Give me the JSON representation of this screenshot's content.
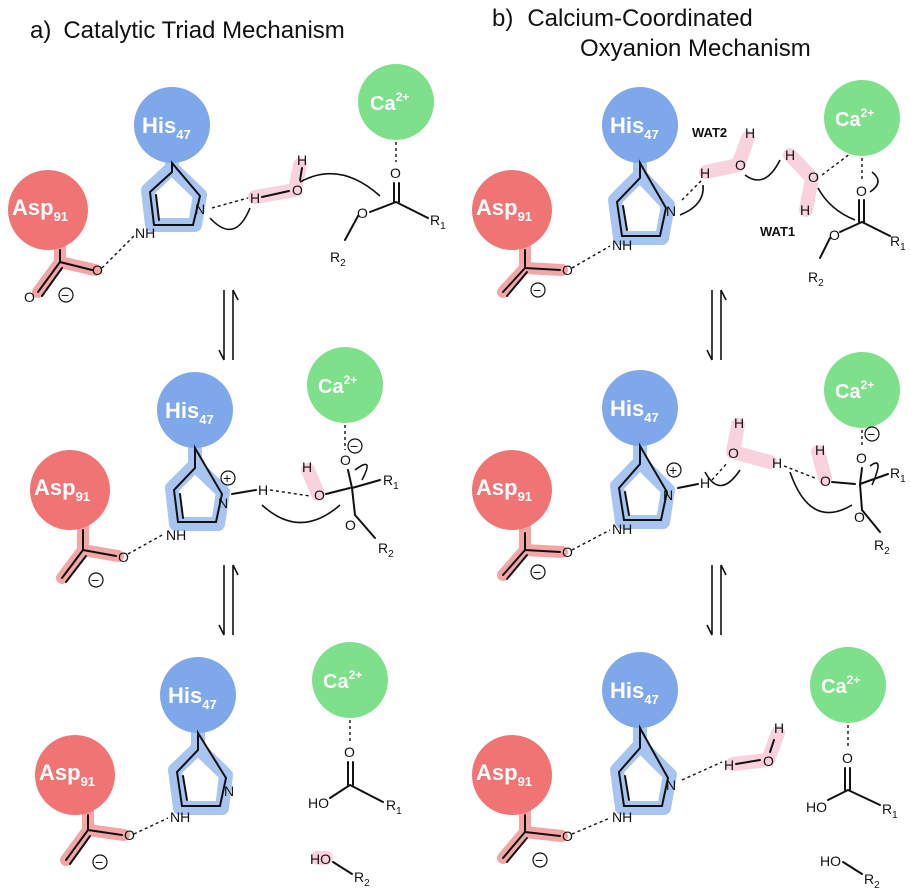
{
  "panel_a": {
    "label": "a)",
    "title": "Catalytic Triad Mechanism"
  },
  "panel_b": {
    "label": "b)",
    "title_line1": "Calcium-Coordinated",
    "title_line2": "Oxyanion Mechanism"
  },
  "residues": {
    "his": {
      "name": "His",
      "number": "47"
    },
    "asp": {
      "name": "Asp",
      "number": "91"
    },
    "ca": {
      "symbol": "Ca",
      "charge": "2+"
    }
  },
  "atoms": {
    "N": "N",
    "NH": "NH",
    "H": "H",
    "O": "O",
    "HO": "HO",
    "R1": "R",
    "R1_sub": "1",
    "R2": "R",
    "R2_sub": "2",
    "plus": "+",
    "minus": "−"
  },
  "waters": {
    "wat1": "WAT1",
    "wat2": "WAT2"
  },
  "colors": {
    "his": "#7fa8ea",
    "asp": "#f07474",
    "ca": "#7ee08a",
    "ring_highlight": "#a8c4f0",
    "carboxylate_highlight": "#f2a6a6",
    "water_highlight": "#f8d2dc"
  }
}
